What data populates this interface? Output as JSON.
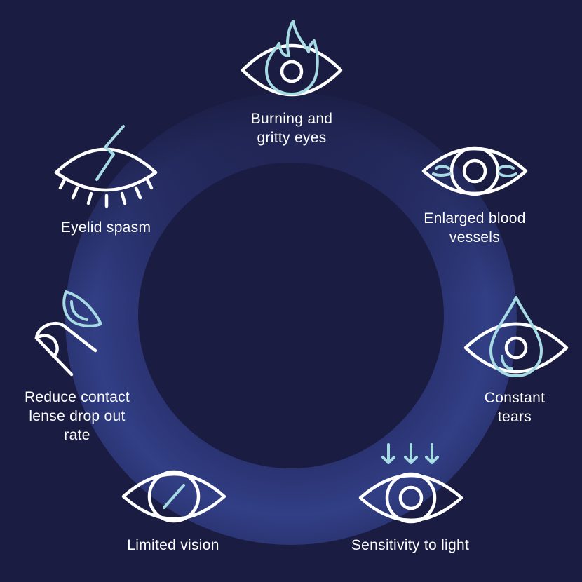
{
  "colors": {
    "background": "#1a1c42",
    "ring_outer": "#2f3b7a",
    "ring_inner": "#1a1c42",
    "icon_white": "#ffffff",
    "icon_accent": "#a6dbe3"
  },
  "symptoms": [
    {
      "id": "burning",
      "icon": "eye-flame-icon",
      "lines": [
        "Burning and",
        "gritty eyes"
      ]
    },
    {
      "id": "blood-vessels",
      "icon": "eye-veins-icon",
      "lines": [
        "Enlarged blood",
        "vessels"
      ]
    },
    {
      "id": "tears",
      "icon": "eye-teardrop-icon",
      "lines": [
        "Constant",
        "tears"
      ]
    },
    {
      "id": "light",
      "icon": "eye-light-arrows-icon",
      "lines": [
        "Sensitivity to light"
      ]
    },
    {
      "id": "vision",
      "icon": "eye-slash-icon",
      "lines": [
        "Limited vision"
      ]
    },
    {
      "id": "contact-lens",
      "icon": "contact-lens-finger-icon",
      "lines": [
        "Reduce contact",
        "lense drop out",
        "rate"
      ]
    },
    {
      "id": "spasm",
      "icon": "closed-eye-lightning-icon",
      "lines": [
        "Eyelid spasm"
      ]
    }
  ]
}
